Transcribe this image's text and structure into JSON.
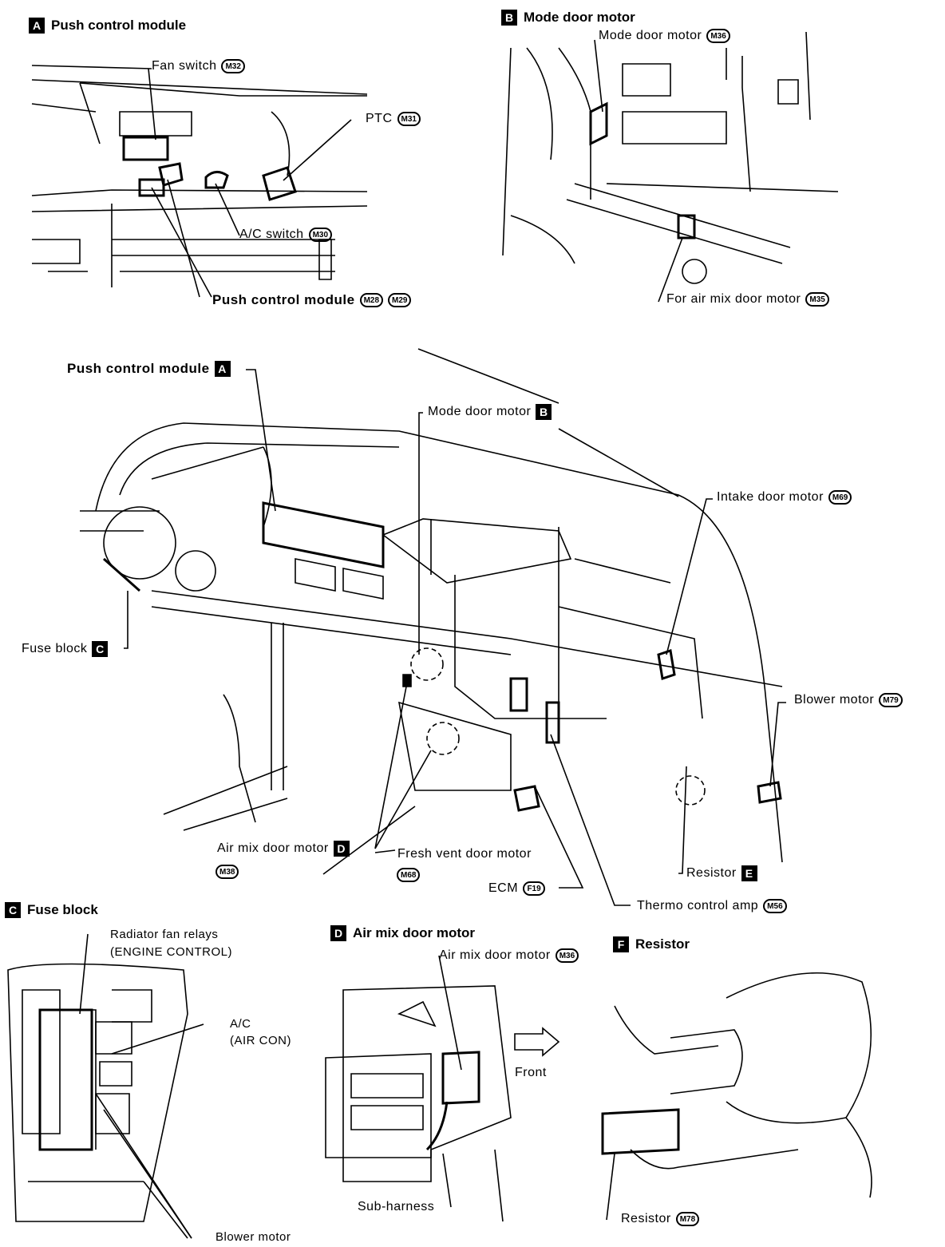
{
  "sections": {
    "A": {
      "badge": "A",
      "title": "Push control module",
      "labels": {
        "fan_switch": {
          "text": "Fan switch",
          "connector": "M32"
        },
        "ptc": {
          "text": "PTC",
          "connector": "M31"
        },
        "ac_switch": {
          "text": "A/C switch",
          "connector": "M30"
        },
        "push_control_module": {
          "text": "Push control module",
          "connectors": [
            "M28",
            "M29"
          ]
        }
      }
    },
    "B": {
      "badge": "B",
      "title": "Mode door motor",
      "labels": {
        "mode_door_motor": {
          "text": "Mode door motor",
          "connector": "M36"
        },
        "for_air_mix": {
          "text": "For air mix door motor",
          "connector": "M35"
        }
      }
    },
    "main": {
      "labels": {
        "push_control_module": {
          "text": "Push control module",
          "badge": "A"
        },
        "mode_door_motor": {
          "text": "Mode door motor",
          "badge": "B"
        },
        "intake_door_motor": {
          "text": "Intake door motor",
          "connector": "M69"
        },
        "fuse_block": {
          "text": "Fuse block",
          "badge": "C"
        },
        "blower_motor": {
          "text": "Blower motor",
          "connector": "M79"
        },
        "air_mix_door_motor": {
          "text": "Air mix door motor",
          "badge": "D",
          "connector": "M38"
        },
        "fresh_vent_door_motor": {
          "text": "Fresh vent door motor",
          "connector": "M68"
        },
        "ecm": {
          "text": "ECM",
          "connector": "F19"
        },
        "resistor": {
          "text": "Resistor",
          "badge": "E"
        },
        "thermo_control_amp": {
          "text": "Thermo control amp",
          "connector": "M56"
        }
      }
    },
    "C": {
      "badge": "C",
      "title": "Fuse block",
      "labels": {
        "radiator_fan_relays_1": "Radiator fan relays",
        "radiator_fan_relays_2": "(ENGINE CONTROL)",
        "ac_1": "A/C",
        "ac_2": "(AIR CON)",
        "blower_motor": "Blower motor"
      }
    },
    "D": {
      "badge": "D",
      "title": "Air mix door motor",
      "labels": {
        "air_mix_door_motor": {
          "text": "Air mix door motor",
          "connector": "M36"
        },
        "front": "Front",
        "sub_harness": "Sub-harness"
      }
    },
    "F": {
      "badge": "F",
      "title": "Resistor",
      "labels": {
        "resistor": {
          "text": "Resistor",
          "connector": "M78"
        }
      }
    }
  }
}
